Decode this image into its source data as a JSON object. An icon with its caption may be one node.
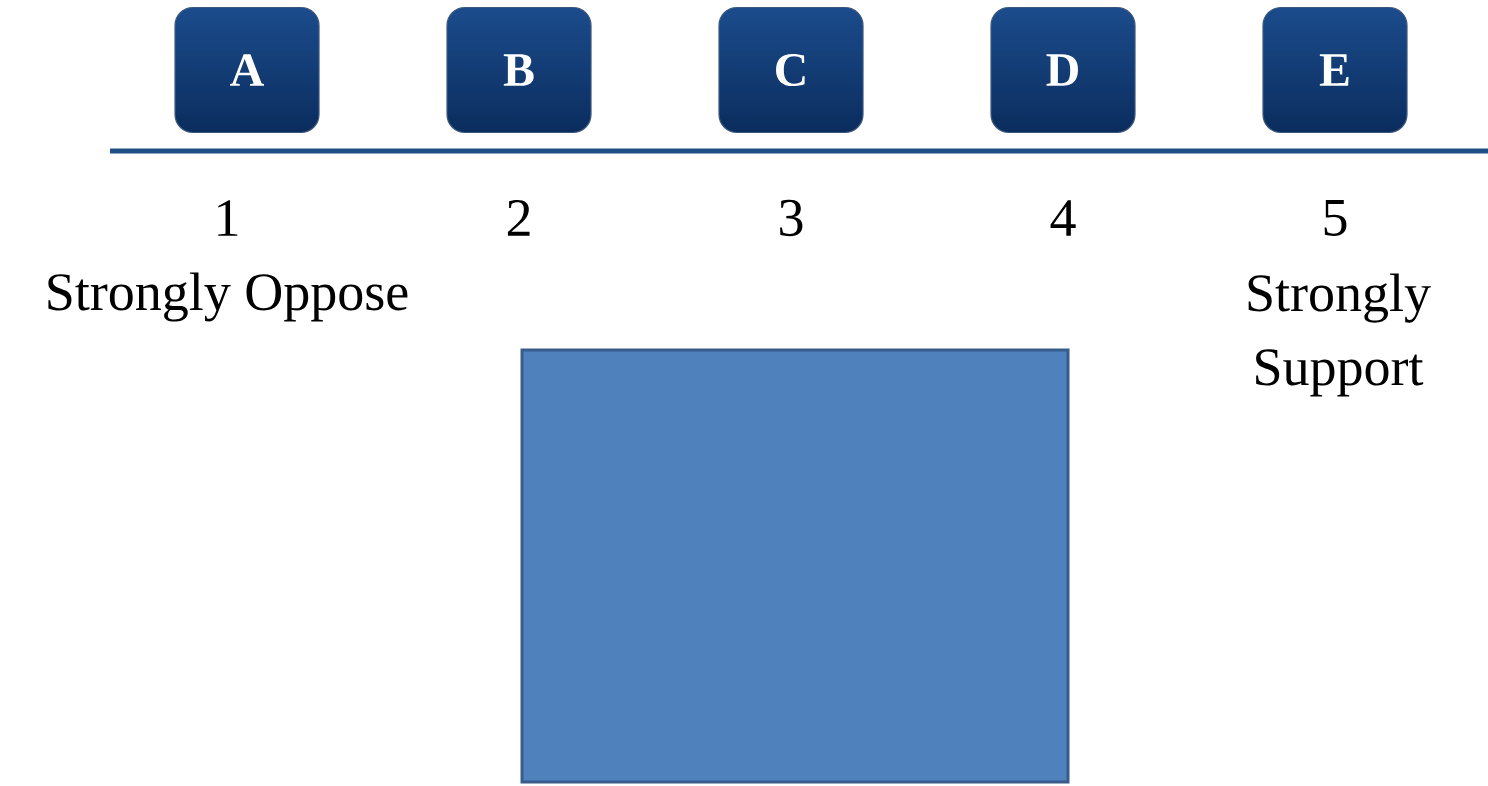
{
  "diagram": {
    "nodes": [
      {
        "text": [
          "A"
        ]
      },
      {
        "text": [
          "B"
        ]
      },
      {
        "text": [
          "C"
        ]
      },
      {
        "text": [
          "D"
        ]
      },
      {
        "text": [
          "E"
        ]
      },
      {
        "text": [],
        "shape": "box"
      }
    ],
    "labels": [
      "1",
      "2",
      "3",
      "4",
      "5",
      "Strongly Oppose",
      "Strongly Support"
    ]
  }
}
